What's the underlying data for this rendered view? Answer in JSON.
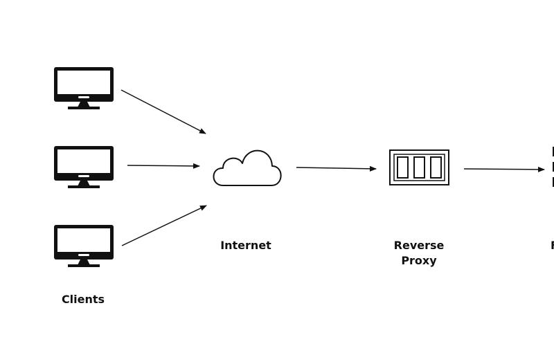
{
  "nodes": {
    "clients": {
      "label": "Clients",
      "icon": "computer-monitor-icon",
      "count": 3
    },
    "internet": {
      "label": "Internet",
      "icon": "cloud-icon"
    },
    "reverse_proxy": {
      "label_line1": "Reverse",
      "label_line2": "Proxy",
      "icon": "server-rack-icon"
    },
    "offscreen_node": {
      "label_fragment": "F"
    }
  },
  "edges": [
    {
      "from": "client-1",
      "to": "internet"
    },
    {
      "from": "client-2",
      "to": "internet"
    },
    {
      "from": "client-3",
      "to": "internet"
    },
    {
      "from": "internet",
      "to": "reverse_proxy"
    },
    {
      "from": "reverse_proxy",
      "to": "offscreen_node"
    }
  ],
  "colors": {
    "stroke": "#111111",
    "background": "#ffffff"
  }
}
